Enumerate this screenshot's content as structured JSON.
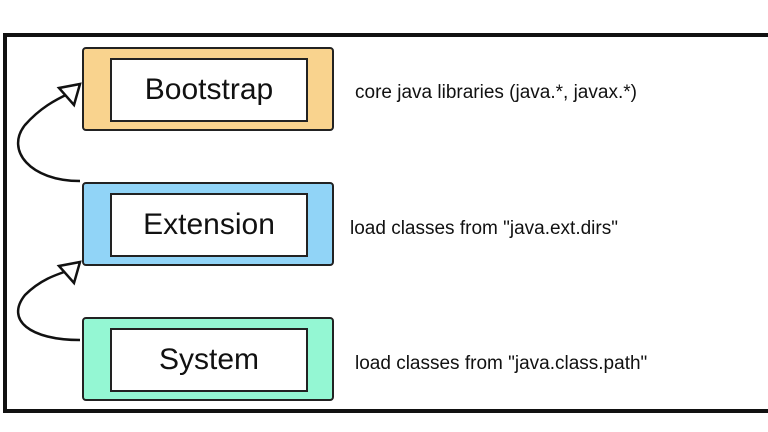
{
  "loaders": [
    {
      "name": "Bootstrap",
      "description": "core java libraries (java.*, javax.*)",
      "color": "#f9d38e"
    },
    {
      "name": "Extension",
      "description": "load classes from \"java.ext.dirs\"",
      "color": "#91d4f7"
    },
    {
      "name": "System",
      "description": "load classes from \"java.class.path\"",
      "color": "#94f7d3"
    }
  ]
}
